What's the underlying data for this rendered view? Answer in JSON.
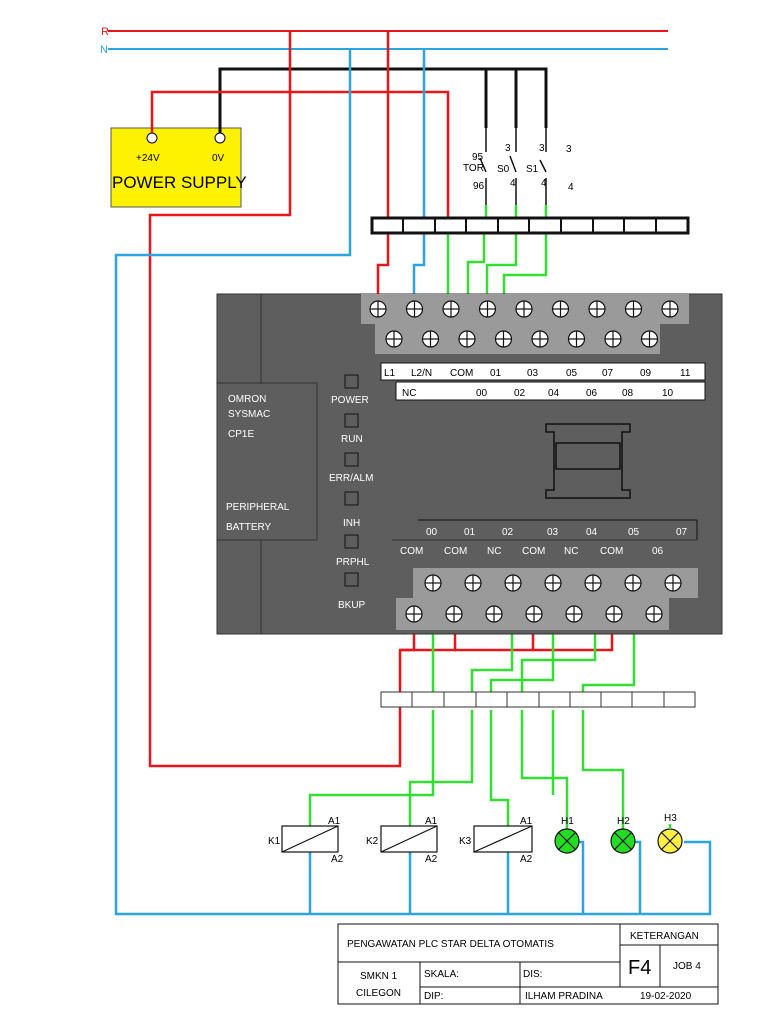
{
  "lines": {
    "r": "R",
    "n": "N"
  },
  "power_supply": {
    "title": "POWER SUPPLY",
    "plus": "+24V",
    "zero": "0V"
  },
  "switches": {
    "tor_top": "95",
    "tor_label": "TOR",
    "tor_bottom": "96",
    "s0_top": "3",
    "s0_label": "S0",
    "s0_bottom": "4",
    "s1_top": "3",
    "s1_label": "S1",
    "s1_bottom": "4",
    "extra_top": "3",
    "extra_bottom": "4"
  },
  "plc": {
    "brand": "OMRON",
    "series": "SYSMAC",
    "model": "CP1E",
    "peripheral": "PERIPHERAL",
    "battery": "BATTERY",
    "leds": [
      "POWER",
      "RUN",
      "ERR/ALM",
      "INH",
      "PRPHL",
      "BKUP"
    ],
    "input_row_top": [
      "L1",
      "L2/N",
      "COM",
      "01",
      "03",
      "05",
      "07",
      "09",
      "11"
    ],
    "input_row_bottom": [
      "NC",
      "",
      "00",
      "02",
      "04",
      "06",
      "08",
      "10"
    ],
    "output_row_top": [
      "00",
      "01",
      "02",
      "03",
      "04",
      "05",
      "07"
    ],
    "output_row_bottom": [
      "COM",
      "COM",
      "NC",
      "COM",
      "NC",
      "COM",
      "06"
    ]
  },
  "loads": {
    "k1": "K1",
    "k2": "K2",
    "k3": "K3",
    "a1": "A1",
    "a2": "A2",
    "h1": "H1",
    "h2": "H2",
    "h3": "H3"
  },
  "title_block": {
    "title": "PENGAWATAN PLC STAR DELTA OTOMATIS",
    "keterangan": "KETERANGAN",
    "school_line1": "SMKN 1",
    "school_line2": "CILEGON",
    "skala": "SKALA:",
    "dip": "DIP:",
    "dis": "DIS:",
    "author": "ILHAM PRADINA",
    "sheet": "F4",
    "job": "JOB 4",
    "date": "19-02-2020"
  },
  "colors": {
    "phase": "#e8151b",
    "neutral": "#2aa5e0",
    "dc": "#111111",
    "signal": "#33dd33",
    "plc_body": "#5e5e5e",
    "ps_fill": "#fff200",
    "lamp_green": "#22dd22",
    "lamp_yellow": "#ffee44"
  }
}
